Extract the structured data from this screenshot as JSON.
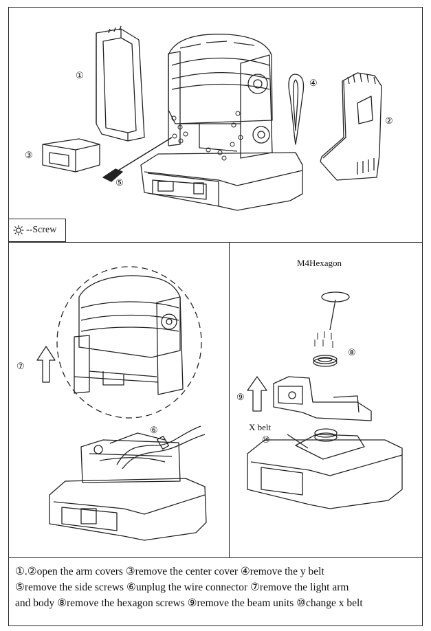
{
  "legend": {
    "text": "--Screw"
  },
  "callouts": {
    "c1": "①",
    "c2": "②",
    "c3": "③",
    "c4": "④",
    "c5": "⑤",
    "c6": "⑥",
    "c7": "⑦",
    "c8": "⑧",
    "c9": "⑨",
    "c10": "⑩"
  },
  "labels": {
    "hexagon": "M4Hexagon",
    "xbelt": "X belt"
  },
  "caption": {
    "line1": "①.②open the arm covers     ③remove the center cover     ④remove the y belt",
    "line2": "⑤remove the side screws  ⑥unplug the wire connector   ⑦remove the light arm",
    "line3": "and body  ⑧remove the hexagon screws  ⑨remove the beam units  ⑩change x belt"
  }
}
